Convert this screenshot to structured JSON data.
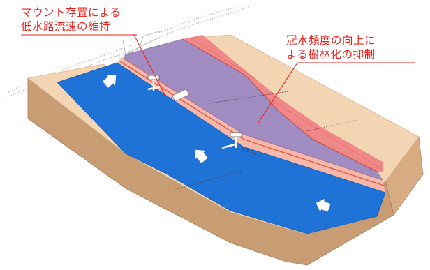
{
  "annotations": {
    "left": {
      "line1": "マウント存置による",
      "line2": "低水路流速の維持"
    },
    "right": {
      "line1": "冠水頻度の向上に",
      "line2": "よる樹林化の抑制"
    }
  },
  "sign_text": "マウント",
  "colors": {
    "annotation": "#e8231f",
    "water": "#1f72d6",
    "floodplain": "#a08cc0",
    "embankment": "#f08888",
    "ground_top": "#f3d4b3",
    "ground_side": "#d8ac82",
    "ground_front": "#c79a72",
    "slope_line": "#f6a0a0"
  }
}
